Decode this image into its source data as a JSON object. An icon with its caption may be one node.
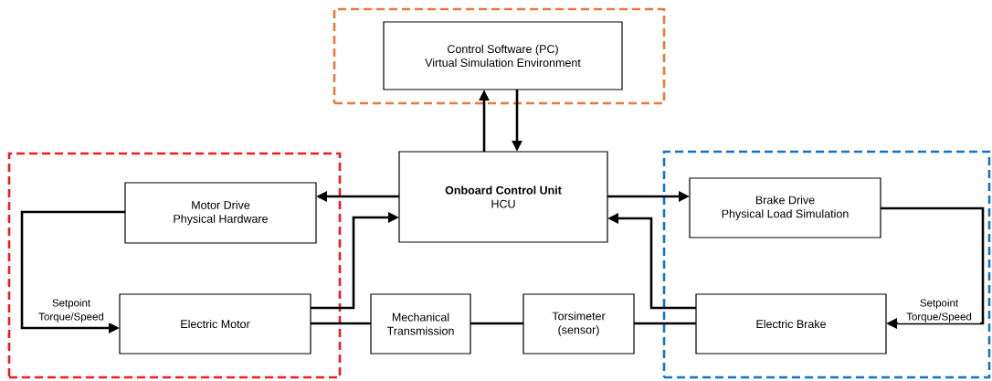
{
  "diagram": {
    "nodes": [
      {
        "text": [],
        "shape": "box"
      },
      {
        "text": [
          "Control Software (PC)",
          "Virtual Simulation Environment"
        ],
        "in": 0
      },
      {
        "text": [],
        "shape": "box"
      },
      {
        "text": [
          "Motor Drive",
          "Physical Hardware"
        ],
        "in": 2
      },
      {
        "text": [
          "Onboard Control Unit",
          "HCU"
        ]
      },
      {
        "text": [],
        "shape": "box"
      },
      {
        "text": [
          "Brake Drive",
          "Physical Load Simulation"
        ],
        "in": 5
      },
      {
        "text": [
          "Electric Motor"
        ],
        "in": 2
      },
      {
        "text": [
          "Mechanical Transmission"
        ]
      },
      {
        "text": [
          "Torsimeter (sensor)"
        ]
      },
      {
        "text": [
          "Electric Brake"
        ],
        "in": 5
      }
    ],
    "edges": [
      {
        "from": 4,
        "to": 1,
        "arrow": "to"
      },
      {
        "from": 1,
        "to": 4,
        "arrow": "to"
      },
      {
        "from": 4,
        "to": 3,
        "arrow": "to"
      },
      {
        "from": 7,
        "to": 4,
        "arrow": "to"
      },
      {
        "from": 4,
        "to": 6,
        "arrow": "to"
      },
      {
        "from": 10,
        "to": 4,
        "arrow": "to"
      },
      {
        "from": 3,
        "to": 7,
        "arrow": "to",
        "label": "Setpoint Torque/Speed"
      },
      {
        "from": 6,
        "to": 10,
        "arrow": "to",
        "label": "Setpoint Torque/Speed"
      },
      {
        "from": 7,
        "to": 8,
        "arrow": "none"
      },
      {
        "from": 8,
        "to": 9,
        "arrow": "none"
      },
      {
        "from": 9,
        "to": 10,
        "arrow": "none"
      }
    ]
  }
}
